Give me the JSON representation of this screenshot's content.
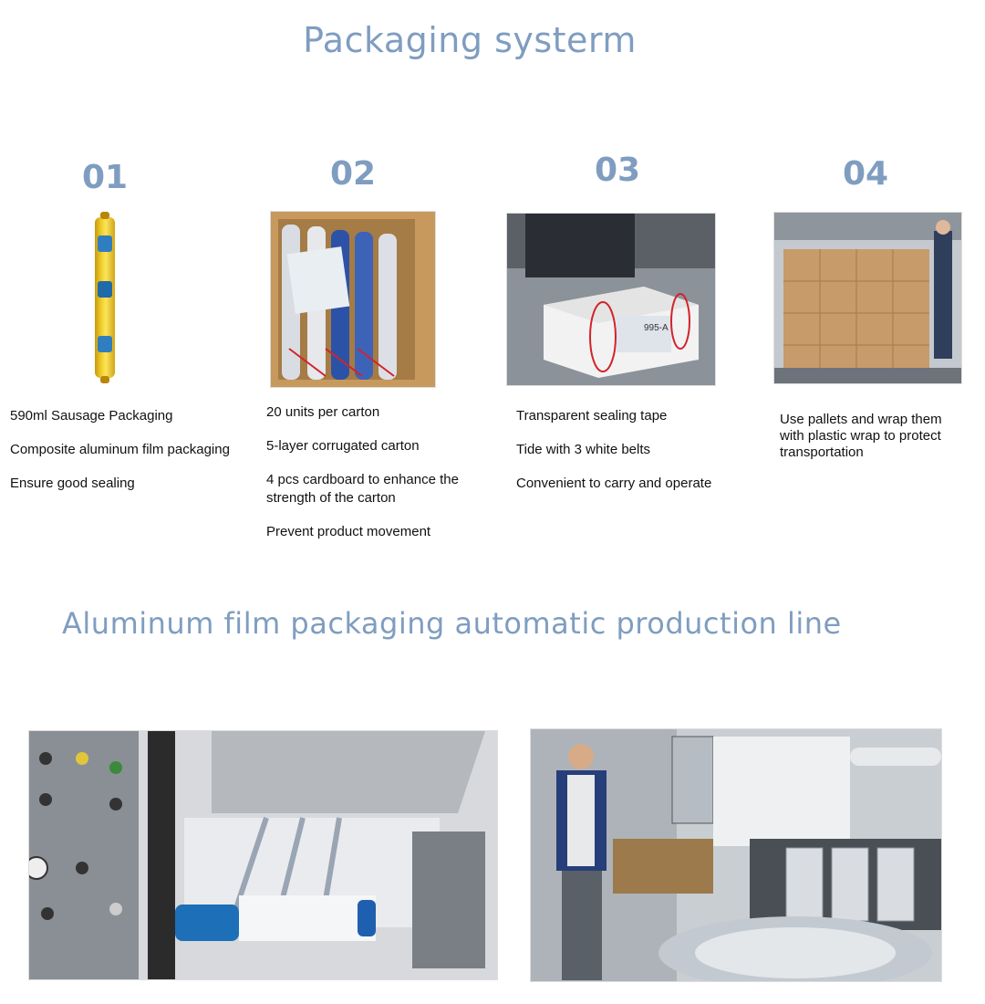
{
  "heading": "Packaging systerm",
  "steps": [
    {
      "num": "01",
      "lines": [
        "590ml  Sausage Packaging",
        "Composite aluminum film packaging",
        "Ensure good sealing"
      ]
    },
    {
      "num": "02",
      "lines": [
        "20 units per carton",
        "5-layer corrugated carton",
        "4 pcs cardboard to enhance the strength of the carton",
        "Prevent product movement"
      ]
    },
    {
      "num": "03",
      "lines": [
        "Transparent sealing tape",
        "Tide with 3 white belts",
        "Convenient to carry and operate"
      ]
    },
    {
      "num": "04",
      "lines": [
        "Use pallets and wrap them with plastic wrap to protect transportation"
      ]
    }
  ],
  "carton_label": "995-A",
  "heading2": "Aluminum film packaging automatic production line",
  "colors": {
    "heading": "#7f9dc0"
  }
}
